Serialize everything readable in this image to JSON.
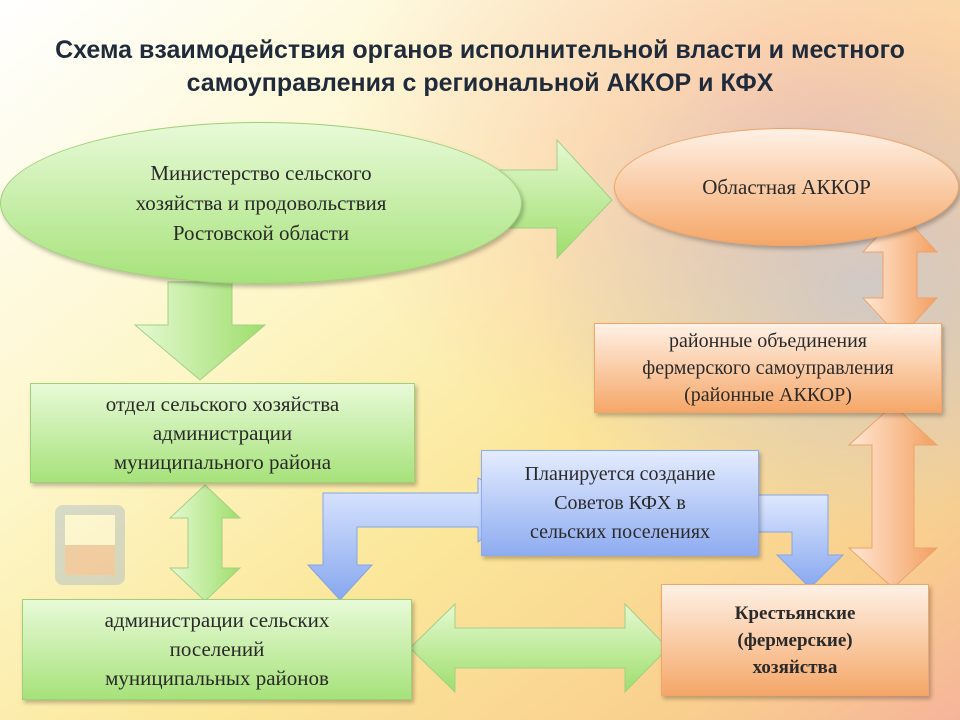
{
  "title": "Схема взаимодействия органов исполнительной власти и местного самоуправления с региональной АККОР и КФХ",
  "nodes": {
    "ministry": "Министерство сельского\nхозяйства и продовольствия\nРостовской области",
    "regional_akkor": "Областная АККОР",
    "district_akkor": "районные объединения\nфермерского самоуправления\n(районные АККОР)",
    "agri_dept": "отдел сельского хозяйства\nадминистрации\nмуниципального района",
    "councils_planned": "Планируется создание\nСоветов КФХ в\nсельских поселениях",
    "settlement_admins": "администрации сельских\nпоселений\nмуниципальных районов",
    "farms": "Крестьянские\n(фермерские)\nхозяйства"
  },
  "colors": {
    "green_node": "#a6e27a",
    "orange_node": "#f5a768",
    "blue_node": "#8eacf0",
    "title_text": "#1f2a3a"
  }
}
